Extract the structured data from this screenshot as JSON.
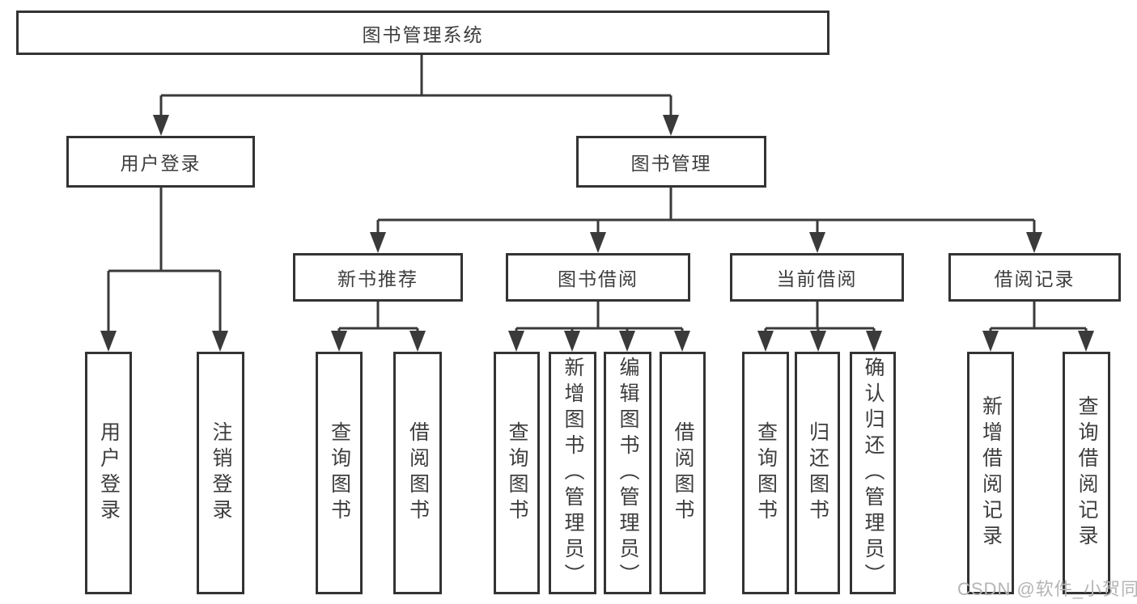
{
  "diagram": {
    "type": "hierarchy-tree",
    "root": {
      "label": "图书管理系统"
    },
    "branches": [
      {
        "label": "用户登录",
        "children": [
          {
            "label": "用户登录"
          },
          {
            "label": "注销登录"
          }
        ]
      },
      {
        "label": "图书管理",
        "children": [
          {
            "label": "新书推荐",
            "children": [
              {
                "label": "查询图书"
              },
              {
                "label": "借阅图书"
              }
            ]
          },
          {
            "label": "图书借阅",
            "children": [
              {
                "label": "查询图书"
              },
              {
                "label": "新增图书（管理员）"
              },
              {
                "label": "编辑图书（管理员）"
              },
              {
                "label": "借阅图书"
              }
            ]
          },
          {
            "label": "当前借阅",
            "children": [
              {
                "label": "查询图书"
              },
              {
                "label": "归还图书"
              },
              {
                "label": "确认归还（管理员）"
              }
            ]
          },
          {
            "label": "借阅记录",
            "children": [
              {
                "label": "新增借阅记录"
              },
              {
                "label": "查询借阅记录"
              }
            ]
          }
        ]
      }
    ]
  },
  "watermark": {
    "text": "CSDN @软件_小贺同学"
  },
  "colors": {
    "line": "#3a3a3a",
    "box_border": "#333333",
    "text": "#3d3d3d",
    "background": "#ffffff",
    "watermark": "#b4b4b4"
  }
}
